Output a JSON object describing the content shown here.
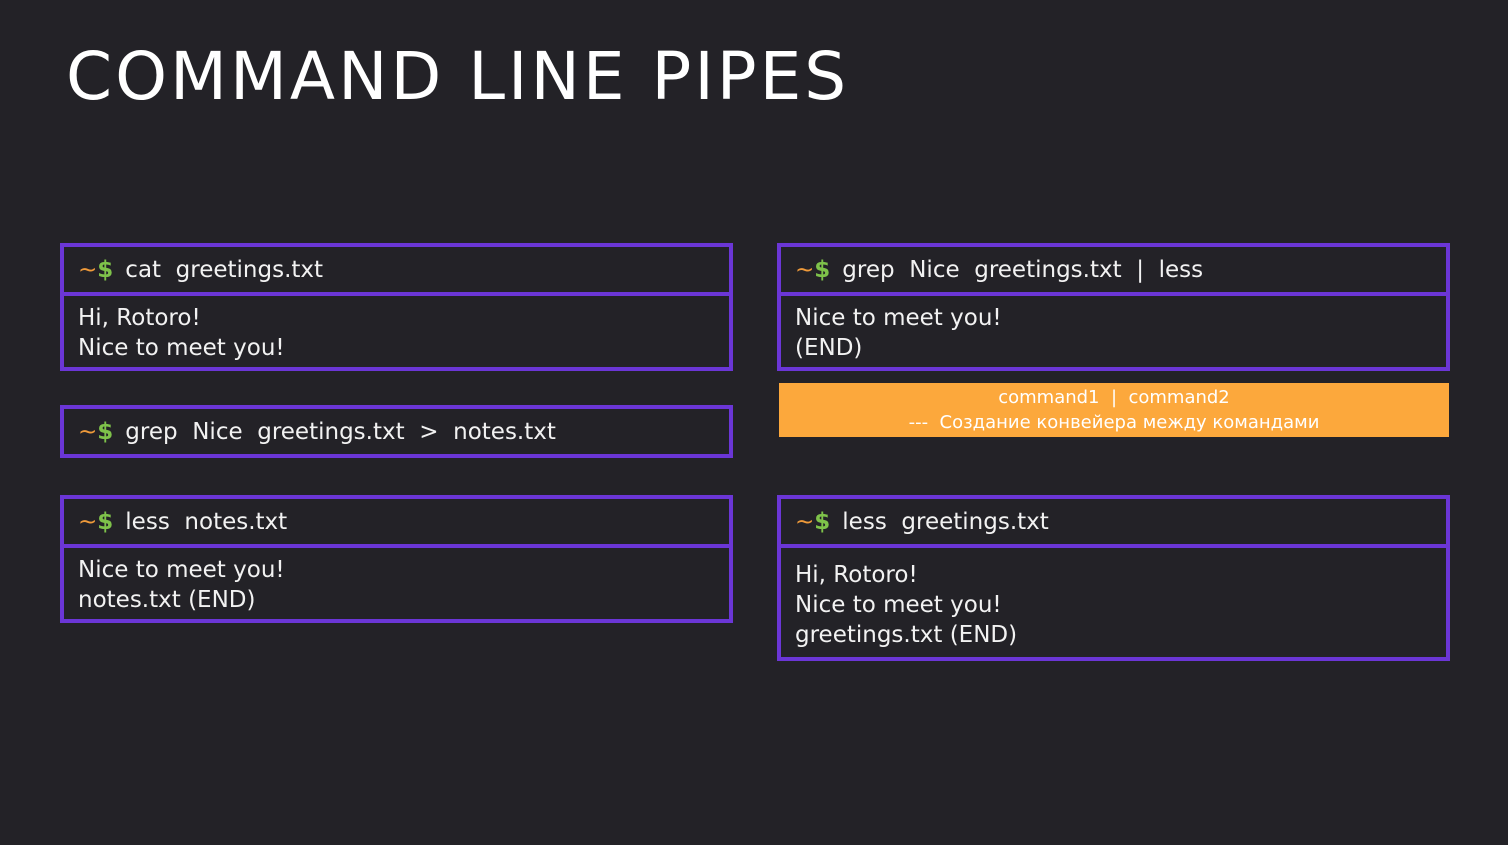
{
  "slide": {
    "title": "COMMAND LINE PIPES"
  },
  "prompt": {
    "tilde": "~",
    "dollar": "$"
  },
  "terminals": [
    {
      "command": "cat  greetings.txt",
      "output": [
        "Hi, Rotoro!",
        "Nice to meet you!"
      ]
    },
    {
      "command": "grep  Nice  greetings.txt  >  notes.txt",
      "output": []
    },
    {
      "command": "less  notes.txt",
      "output": [
        "Nice to meet you!",
        "notes.txt (END)"
      ]
    },
    {
      "command": "grep  Nice  greetings.txt  |  less",
      "output": [
        "Nice to meet you!",
        "(END)"
      ]
    },
    {
      "command": "less  greetings.txt",
      "output": [
        "Hi, Rotoro!",
        "Nice to meet you!",
        "greetings.txt (END)"
      ]
    }
  ],
  "note": {
    "line1": "command1  |  command2",
    "line2": "---  Создание конвейера между командами"
  },
  "colors": {
    "background": "#232227",
    "border": "#6b36d6",
    "tilde": "#ef9a3a",
    "dollar": "#7ec24a",
    "note_bg": "#fca83c"
  }
}
